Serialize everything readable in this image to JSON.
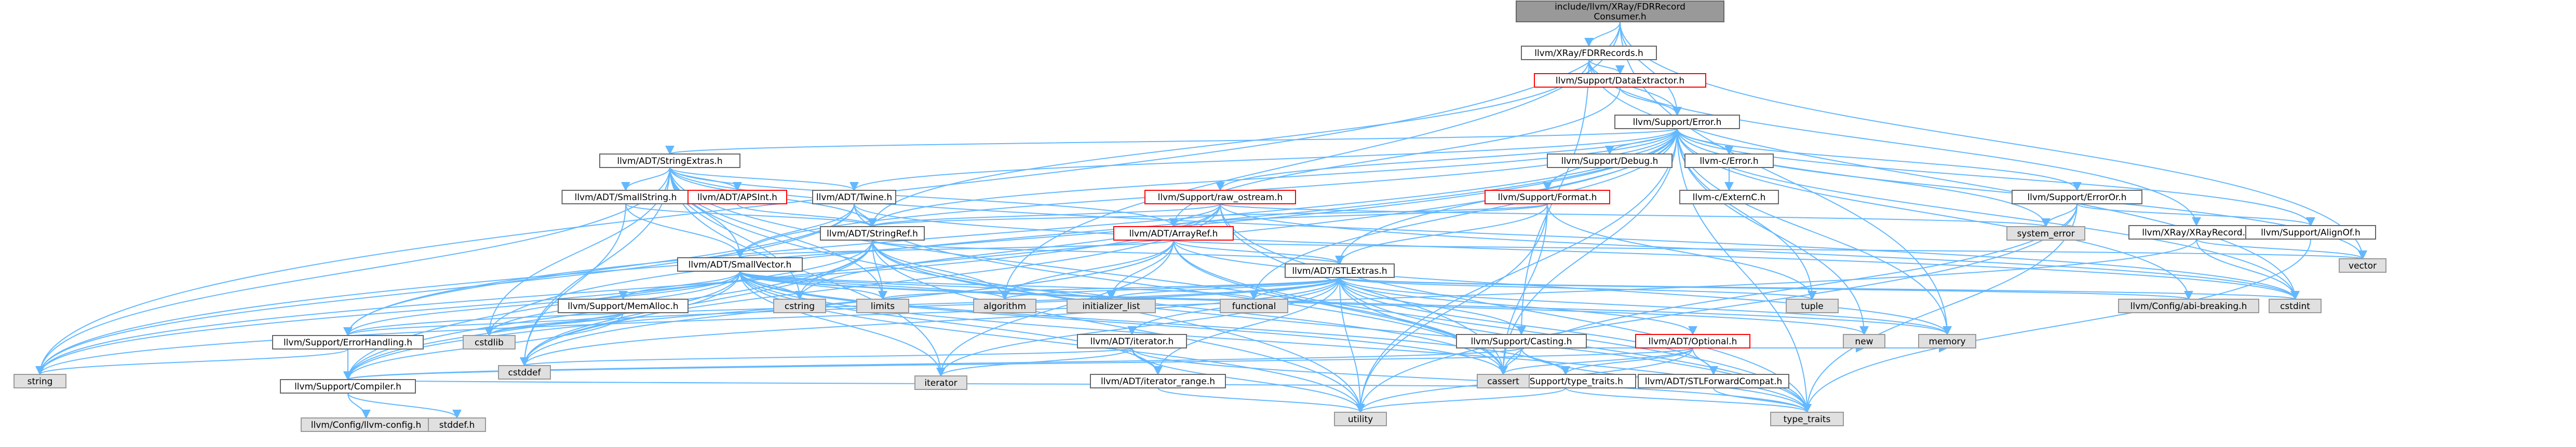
{
  "nodes": [
    {
      "id": "root",
      "label": "include/llvm/XRay/FDRRecord\nConsumer.h",
      "kind": "root"
    },
    {
      "id": "fdrrecords",
      "label": "llvm/XRay/FDRRecords.h",
      "kind": "plain"
    },
    {
      "id": "dataextractor",
      "label": "llvm/Support/DataExtractor.h",
      "kind": "red"
    },
    {
      "id": "error",
      "label": "llvm/Support/Error.h",
      "kind": "plain"
    },
    {
      "id": "stringextras",
      "label": "llvm/ADT/StringExtras.h",
      "kind": "plain"
    },
    {
      "id": "debug",
      "label": "llvm/Support/Debug.h",
      "kind": "plain"
    },
    {
      "id": "cerror",
      "label": "llvm-c/Error.h",
      "kind": "plain"
    },
    {
      "id": "externc",
      "label": "llvm-c/ExternC.h",
      "kind": "plain"
    },
    {
      "id": "erroror",
      "label": "llvm/Support/ErrorOr.h",
      "kind": "plain"
    },
    {
      "id": "xrayrecord",
      "label": "llvm/XRay/XRayRecord.h",
      "kind": "plain"
    },
    {
      "id": "alignof",
      "label": "llvm/Support/AlignOf.h",
      "kind": "plain"
    },
    {
      "id": "smallstring",
      "label": "llvm/ADT/SmallString.h",
      "kind": "plain"
    },
    {
      "id": "apsint",
      "label": "llvm/ADT/APSInt.h",
      "kind": "red"
    },
    {
      "id": "twine",
      "label": "llvm/ADT/Twine.h",
      "kind": "plain"
    },
    {
      "id": "rawostream",
      "label": "llvm/Support/raw_ostream.h",
      "kind": "red"
    },
    {
      "id": "format",
      "label": "llvm/Support/Format.h",
      "kind": "red"
    },
    {
      "id": "stringref",
      "label": "llvm/ADT/StringRef.h",
      "kind": "plain"
    },
    {
      "id": "arrayref",
      "label": "llvm/ADT/ArrayRef.h",
      "kind": "red"
    },
    {
      "id": "systemerror",
      "label": "system_error",
      "kind": "std"
    },
    {
      "id": "smallvector",
      "label": "llvm/ADT/SmallVector.h",
      "kind": "plain"
    },
    {
      "id": "stlextras",
      "label": "llvm/ADT/STLExtras.h",
      "kind": "plain"
    },
    {
      "id": "vector",
      "label": "vector",
      "kind": "std"
    },
    {
      "id": "memalloc",
      "label": "llvm/Support/MemAlloc.h",
      "kind": "plain"
    },
    {
      "id": "errhandling",
      "label": "llvm/Support/ErrorHandling.h",
      "kind": "plain"
    },
    {
      "id": "compiler",
      "label": "llvm/Support/Compiler.h",
      "kind": "plain"
    },
    {
      "id": "llvmconfig",
      "label": "llvm/Config/llvm-config.h",
      "kind": "std"
    },
    {
      "id": "stddef",
      "label": "stddef.h",
      "kind": "std"
    },
    {
      "id": "string",
      "label": "string",
      "kind": "std"
    },
    {
      "id": "cstdlib",
      "label": "cstdlib",
      "kind": "std"
    },
    {
      "id": "cstring",
      "label": "cstring",
      "kind": "std"
    },
    {
      "id": "cstddef",
      "label": "cstddef",
      "kind": "std"
    },
    {
      "id": "iterator",
      "label": "iterator",
      "kind": "std"
    },
    {
      "id": "limits",
      "label": "limits",
      "kind": "std"
    },
    {
      "id": "algorithm",
      "label": "algorithm",
      "kind": "std"
    },
    {
      "id": "initlist",
      "label": "initializer_list",
      "kind": "std"
    },
    {
      "id": "functional",
      "label": "functional",
      "kind": "std"
    },
    {
      "id": "adtiterator",
      "label": "llvm/ADT/iterator.h",
      "kind": "plain"
    },
    {
      "id": "iterrange",
      "label": "llvm/ADT/iterator_range.h",
      "kind": "plain"
    },
    {
      "id": "casting",
      "label": "llvm/Support/Casting.h",
      "kind": "plain"
    },
    {
      "id": "optional",
      "label": "llvm/ADT/Optional.h",
      "kind": "red"
    },
    {
      "id": "typetraits_s",
      "label": "llvm/Support/type_traits.h",
      "kind": "plain"
    },
    {
      "id": "stlfwd",
      "label": "llvm/ADT/STLForwardCompat.h",
      "kind": "plain"
    },
    {
      "id": "cassert",
      "label": "cassert",
      "kind": "std"
    },
    {
      "id": "new",
      "label": "new",
      "kind": "std"
    },
    {
      "id": "memory",
      "label": "memory",
      "kind": "std"
    },
    {
      "id": "tuple",
      "label": "tuple",
      "kind": "std"
    },
    {
      "id": "configabi",
      "label": "llvm/Config/abi-breaking.h",
      "kind": "std"
    },
    {
      "id": "cstdint",
      "label": "cstdint",
      "kind": "std"
    },
    {
      "id": "utility",
      "label": "utility",
      "kind": "std"
    },
    {
      "id": "typetraits",
      "label": "type_traits",
      "kind": "std"
    }
  ],
  "edges": [
    [
      "root",
      "fdrrecords"
    ],
    [
      "root",
      "error"
    ],
    [
      "root",
      "algorithm"
    ],
    [
      "root",
      "string"
    ],
    [
      "root",
      "memory"
    ],
    [
      "root",
      "vector"
    ],
    [
      "fdrrecords",
      "dataextractor"
    ],
    [
      "fdrrecords",
      "error"
    ],
    [
      "fdrrecords",
      "stringref"
    ],
    [
      "fdrrecords",
      "xrayrecord"
    ],
    [
      "fdrrecords",
      "cstdint"
    ],
    [
      "fdrrecords",
      "casting"
    ],
    [
      "dataextractor",
      "error"
    ],
    [
      "dataextractor",
      "arrayref"
    ],
    [
      "error",
      "stringextras"
    ],
    [
      "error",
      "debug"
    ],
    [
      "error",
      "cerror"
    ],
    [
      "error",
      "erroror"
    ],
    [
      "error",
      "alignof"
    ],
    [
      "error",
      "twine"
    ],
    [
      "error",
      "rawostream"
    ],
    [
      "error",
      "format"
    ],
    [
      "error",
      "stringref"
    ],
    [
      "error",
      "stlextras"
    ],
    [
      "error",
      "smallvector"
    ],
    [
      "error",
      "errhandling"
    ],
    [
      "error",
      "compiler"
    ],
    [
      "error",
      "configabi"
    ],
    [
      "error",
      "systemerror"
    ],
    [
      "error",
      "cassert"
    ],
    [
      "error",
      "cstdint"
    ],
    [
      "error",
      "cstdlib"
    ],
    [
      "error",
      "functional"
    ],
    [
      "error",
      "memory"
    ],
    [
      "error",
      "new"
    ],
    [
      "error",
      "string"
    ],
    [
      "error",
      "utility"
    ],
    [
      "error",
      "vector"
    ],
    [
      "error",
      "typetraits"
    ],
    [
      "error",
      "tuple"
    ],
    [
      "stringextras",
      "smallstring"
    ],
    [
      "stringextras",
      "apsint"
    ],
    [
      "stringextras",
      "arrayref"
    ],
    [
      "stringextras",
      "twine"
    ],
    [
      "stringextras",
      "stringref"
    ],
    [
      "stringextras",
      "smallvector"
    ],
    [
      "stringextras",
      "cassert"
    ],
    [
      "stringextras",
      "cstddef"
    ],
    [
      "stringextras",
      "cstdint"
    ],
    [
      "stringextras",
      "cstdlib"
    ],
    [
      "stringextras",
      "cstring"
    ],
    [
      "stringextras",
      "iterator"
    ],
    [
      "stringextras",
      "string"
    ],
    [
      "stringextras",
      "utility"
    ],
    [
      "stringextras",
      "limits"
    ],
    [
      "cerror",
      "externc"
    ],
    [
      "erroror",
      "alignof"
    ],
    [
      "erroror",
      "cassert"
    ],
    [
      "erroror",
      "systemerror"
    ],
    [
      "erroror",
      "typetraits"
    ],
    [
      "erroror",
      "utility"
    ],
    [
      "xrayrecord",
      "cstdint"
    ],
    [
      "xrayrecord",
      "vector"
    ],
    [
      "xrayrecord",
      "string"
    ],
    [
      "alignof",
      "typetraits"
    ],
    [
      "smallstring",
      "stringref"
    ],
    [
      "smallstring",
      "smallvector"
    ],
    [
      "smallstring",
      "cstddef"
    ],
    [
      "apsint",
      "stringref"
    ],
    [
      "twine",
      "smallvector"
    ],
    [
      "twine",
      "stringref"
    ],
    [
      "twine",
      "errhandling"
    ],
    [
      "twine",
      "cassert"
    ],
    [
      "twine",
      "cstdint"
    ],
    [
      "twine",
      "string"
    ],
    [
      "rawostream",
      "stringref"
    ],
    [
      "rawostream",
      "arrayref"
    ],
    [
      "rawostream",
      "systemerror"
    ],
    [
      "rawostream",
      "cassert"
    ],
    [
      "rawostream",
      "cstddef"
    ],
    [
      "rawostream",
      "cstdint"
    ],
    [
      "rawostream",
      "cstring"
    ],
    [
      "rawostream",
      "string"
    ],
    [
      "rawostream",
      "typetraits"
    ],
    [
      "format",
      "arrayref"
    ],
    [
      "format",
      "stringref"
    ],
    [
      "format",
      "cassert"
    ],
    [
      "format",
      "stlextras"
    ],
    [
      "format",
      "tuple"
    ],
    [
      "format",
      "utility"
    ],
    [
      "stringref",
      "stlextras"
    ],
    [
      "stringref",
      "compiler"
    ],
    [
      "stringref",
      "algorithm"
    ],
    [
      "stringref",
      "cassert"
    ],
    [
      "stringref",
      "cstddef"
    ],
    [
      "stringref",
      "cstring"
    ],
    [
      "stringref",
      "limits"
    ],
    [
      "stringref",
      "string"
    ],
    [
      "stringref",
      "typetraits"
    ],
    [
      "stringref",
      "utility"
    ],
    [
      "arrayref",
      "smallvector"
    ],
    [
      "arrayref",
      "stlextras"
    ],
    [
      "arrayref",
      "compiler"
    ],
    [
      "arrayref",
      "algorithm"
    ],
    [
      "arrayref",
      "cassert"
    ],
    [
      "arrayref",
      "cstddef"
    ],
    [
      "arrayref",
      "initlist"
    ],
    [
      "arrayref",
      "iterator"
    ],
    [
      "arrayref",
      "memory"
    ],
    [
      "arrayref",
      "typetraits"
    ],
    [
      "arrayref",
      "vector"
    ],
    [
      "smallvector",
      "memalloc"
    ],
    [
      "smallvector",
      "compiler"
    ],
    [
      "smallvector",
      "typetraits_s"
    ],
    [
      "smallvector",
      "algorithm"
    ],
    [
      "smallvector",
      "cassert"
    ],
    [
      "smallvector",
      "cstddef"
    ],
    [
      "smallvector",
      "cstdlib"
    ],
    [
      "smallvector",
      "cstring"
    ],
    [
      "smallvector",
      "functional"
    ],
    [
      "smallvector",
      "initlist"
    ],
    [
      "smallvector",
      "iterator"
    ],
    [
      "smallvector",
      "limits"
    ],
    [
      "smallvector",
      "memory"
    ],
    [
      "smallvector",
      "new"
    ],
    [
      "smallvector",
      "typetraits"
    ],
    [
      "smallvector",
      "utility"
    ],
    [
      "smallvector",
      "errhandling"
    ],
    [
      "smallvector",
      "iterrange"
    ],
    [
      "stlextras",
      "adtiterator"
    ],
    [
      "stlextras",
      "iterrange"
    ],
    [
      "stlextras",
      "casting"
    ],
    [
      "stlextras",
      "optional"
    ],
    [
      "stlextras",
      "stlfwd"
    ],
    [
      "stlextras",
      "errhandling"
    ],
    [
      "stlextras",
      "configabi"
    ],
    [
      "stlextras",
      "algorithm"
    ],
    [
      "stlextras",
      "cassert"
    ],
    [
      "stlextras",
      "cstddef"
    ],
    [
      "stlextras",
      "cstdint"
    ],
    [
      "stlextras",
      "cstdlib"
    ],
    [
      "stlextras",
      "functional"
    ],
    [
      "stlextras",
      "initlist"
    ],
    [
      "stlextras",
      "iterator"
    ],
    [
      "stlextras",
      "limits"
    ],
    [
      "stlextras",
      "memory"
    ],
    [
      "stlextras",
      "tuple"
    ],
    [
      "stlextras",
      "typetraits"
    ],
    [
      "stlextras",
      "utility"
    ],
    [
      "memalloc",
      "compiler"
    ],
    [
      "memalloc",
      "errhandling"
    ],
    [
      "memalloc",
      "cstdlib"
    ],
    [
      "errhandling",
      "compiler"
    ],
    [
      "errhandling",
      "string"
    ],
    [
      "compiler",
      "llvmconfig"
    ],
    [
      "compiler",
      "stddef"
    ],
    [
      "adtiterator",
      "iterrange"
    ],
    [
      "adtiterator",
      "cstddef"
    ],
    [
      "adtiterator",
      "iterator"
    ],
    [
      "adtiterator",
      "typetraits"
    ],
    [
      "adtiterator",
      "utility"
    ],
    [
      "iterrange",
      "utility"
    ],
    [
      "casting",
      "compiler"
    ],
    [
      "casting",
      "typetraits_s"
    ],
    [
      "casting",
      "cassert"
    ],
    [
      "casting",
      "memory"
    ],
    [
      "casting",
      "typetraits"
    ],
    [
      "optional",
      "compiler"
    ],
    [
      "optional",
      "typetraits_s"
    ],
    [
      "optional",
      "stlfwd"
    ],
    [
      "optional",
      "cassert"
    ],
    [
      "optional",
      "new"
    ],
    [
      "optional",
      "utility"
    ],
    [
      "typetraits_s",
      "compiler"
    ],
    [
      "typetraits_s",
      "typetraits"
    ],
    [
      "typetraits_s",
      "utility"
    ],
    [
      "stlfwd",
      "typetraits"
    ]
  ]
}
